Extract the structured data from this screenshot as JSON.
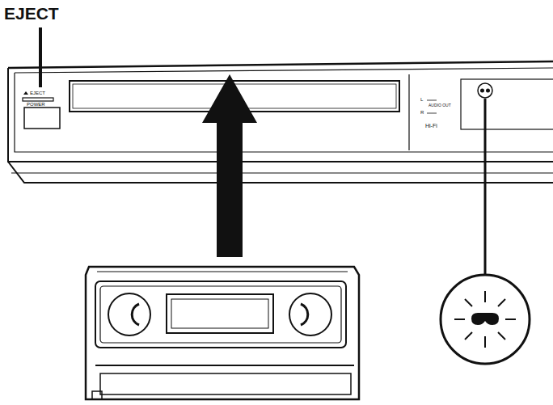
{
  "diagram": {
    "labels": [
      "EJECT",
      "EJECT",
      "POWER",
      "L",
      "AUDIO OUT",
      "R",
      "Hi-Fi"
    ]
  }
}
